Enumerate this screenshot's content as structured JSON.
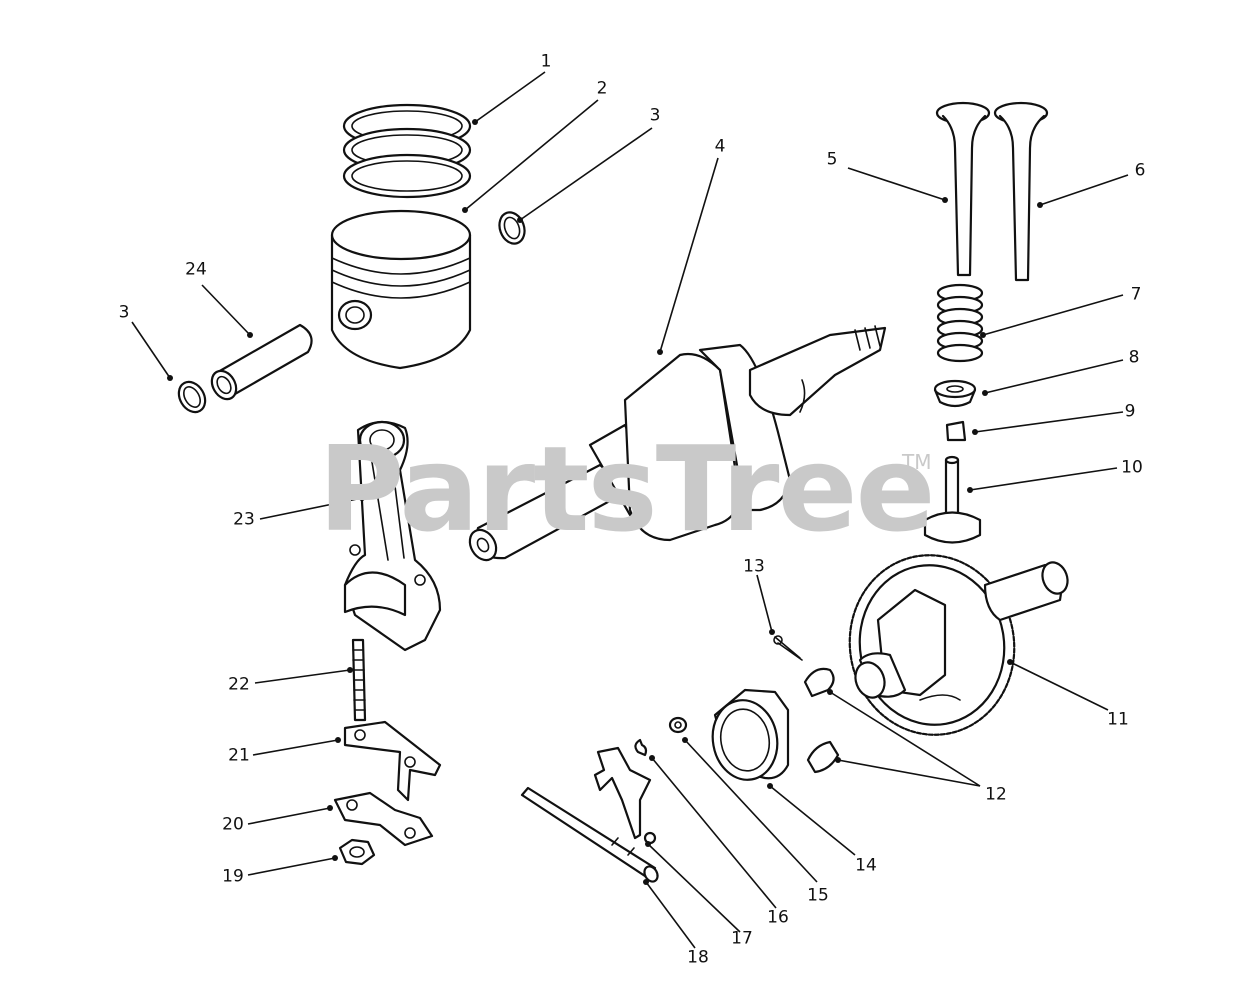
{
  "watermark": {
    "text": "PartsTree",
    "trademark": "TM"
  },
  "callouts": [
    {
      "id": "c1",
      "number": "1"
    },
    {
      "id": "c2",
      "number": "2"
    },
    {
      "id": "c3a",
      "number": "3"
    },
    {
      "id": "c3b",
      "number": "3"
    },
    {
      "id": "c4",
      "number": "4"
    },
    {
      "id": "c5",
      "number": "5"
    },
    {
      "id": "c6",
      "number": "6"
    },
    {
      "id": "c7",
      "number": "7"
    },
    {
      "id": "c8",
      "number": "8"
    },
    {
      "id": "c9",
      "number": "9"
    },
    {
      "id": "c10",
      "number": "10"
    },
    {
      "id": "c11",
      "number": "11"
    },
    {
      "id": "c12",
      "number": "12"
    },
    {
      "id": "c13",
      "number": "13"
    },
    {
      "id": "c14",
      "number": "14"
    },
    {
      "id": "c15",
      "number": "15"
    },
    {
      "id": "c16",
      "number": "16"
    },
    {
      "id": "c17",
      "number": "17"
    },
    {
      "id": "c18",
      "number": "18"
    },
    {
      "id": "c19",
      "number": "19"
    },
    {
      "id": "c20",
      "number": "20"
    },
    {
      "id": "c21",
      "number": "21"
    },
    {
      "id": "c22",
      "number": "22"
    },
    {
      "id": "c23",
      "number": "23"
    },
    {
      "id": "c24",
      "number": "24"
    }
  ]
}
